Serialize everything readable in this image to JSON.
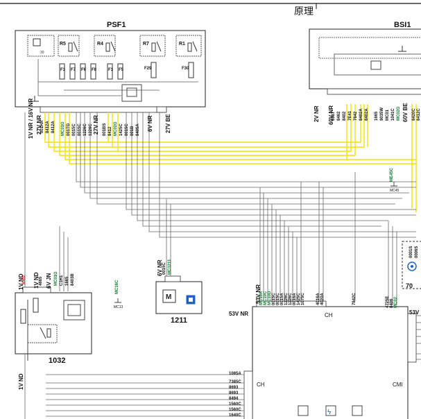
{
  "page_title": "原理",
  "modules": {
    "psf1": {
      "name": "PSF1"
    },
    "bsi1": {
      "name": "BSI1"
    },
    "m1032": {
      "name": "1032"
    },
    "m1211": {
      "name": "1211"
    },
    "m70": {
      "name": "70"
    }
  },
  "fuses": [
    "R5",
    "R4",
    "R7",
    "R1",
    "F3",
    "F7",
    "F6",
    "F8",
    "F1",
    "F5",
    "F29",
    "F30"
  ],
  "connectors": {
    "psf1_a": "27V NR",
    "psf1_b": "27V NR",
    "psf1_c": "6V NR",
    "psf1_d": "27V BE",
    "psf1_side": "1V NR / 16V NR",
    "bsi_a": "2V NR",
    "bsi_b": "60V NR",
    "bsi_c": "60V BE",
    "m1032_a": "1V ND",
    "m1032_b": "1V ND",
    "m1032_c": "6V JN",
    "m1032_bottom": "1V ND",
    "m1211_a": "6V NR",
    "ch_a": "53V NR",
    "ch_right": "53V"
  },
  "wires": {
    "psf1_a": [
      "001HA",
      "8412A",
      "8412A"
    ],
    "psf1_b": [
      "MC01G",
      "001TG",
      "0015C",
      "0015C",
      "1226C",
      "1226C"
    ],
    "psf1_c": [
      "001BS",
      "8412",
      "MC02G",
      "1425C",
      "0015C",
      "001B",
      "8405A"
    ],
    "bsi_a": [
      "8987",
      "8462",
      "8402",
      "7E41",
      "7842",
      "8402A",
      "8402A"
    ],
    "bsi_b": [
      "1665",
      "9035W",
      "MC01",
      "1041C",
      "MC02G"
    ],
    "bsi_c": [
      "8420C",
      "8412C"
    ],
    "m1032": [
      "8502",
      "4665",
      "MC01G",
      "C1H1",
      "1665",
      "8403B"
    ],
    "m1211": [
      "0015C",
      "MC1211"
    ],
    "mc16": [
      "MC16C",
      "MC13"
    ],
    "ch_top": [
      "MC10A",
      "MC10C",
      "MC10D",
      "0015C",
      "0015C",
      "0015A",
      "1226C",
      "1226C",
      "0016A",
      "1425C",
      "1075C"
    ],
    "ch_mid": [
      "4016A",
      "4020A",
      "7842C"
    ],
    "ch_right": [
      "4725E",
      "8406",
      "MC02"
    ],
    "ch_left": [
      "1085A",
      "7385C",
      "8693",
      "8693",
      "8494",
      "1560C",
      "1560C",
      "1640C"
    ],
    "mc45": [
      "ME45C",
      "MC45"
    ],
    "m70": [
      "0001S",
      "0006S"
    ]
  },
  "ch_block": {
    "title": "CH",
    "left_label": "CH",
    "right_label": "CMI"
  }
}
